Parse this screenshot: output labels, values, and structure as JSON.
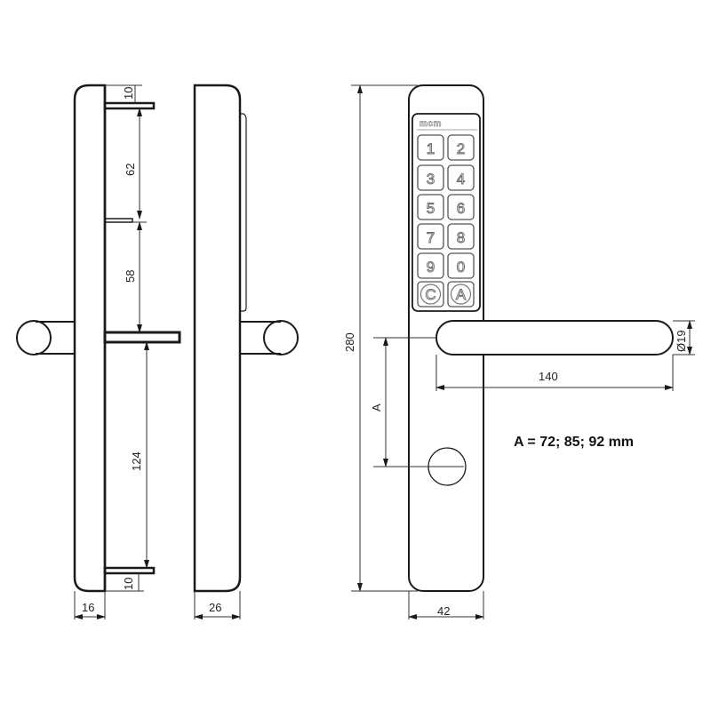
{
  "drawing": {
    "type": "technical drawing",
    "subject": "keypad door handle",
    "brand_logo": "mcm",
    "note": "A = 72; 85; 92 mm"
  },
  "views": {
    "side_left": {
      "dimensions": {
        "top_offset": "10",
        "upper_span": "62",
        "middle_span": "58",
        "lower_span": "124",
        "bottom_offset": "10",
        "thickness": "16"
      }
    },
    "side_right": {
      "dimensions": {
        "thickness": "26"
      }
    },
    "front": {
      "dimensions": {
        "height": "280",
        "width": "42",
        "lever_length": "140",
        "lever_diameter": "Ø19",
        "spindle_to_cylinder": "A"
      },
      "keypad": {
        "keys": [
          "1",
          "2",
          "3",
          "4",
          "5",
          "6",
          "7",
          "8",
          "9",
          "0",
          "C",
          "A"
        ]
      }
    }
  },
  "colors": {
    "line": "#1a1a1a",
    "dim_line": "#333333",
    "key_outline": "#555555",
    "background": "#ffffff"
  }
}
